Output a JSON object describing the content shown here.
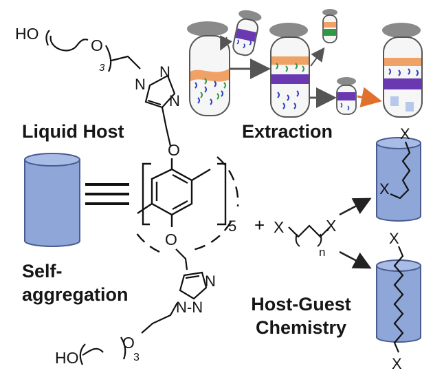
{
  "labels": {
    "liquid_host": "Liquid Host",
    "extraction": "Extraction",
    "self_aggregation_line1": "Self-",
    "self_aggregation_line2": "aggregation",
    "host_guest_line1": "Host-Guest",
    "host_guest_line2": "Chemistry"
  },
  "chem": {
    "hydroxyl_top": "HO",
    "hydroxyl_bottom": "HO",
    "oxygen": "O",
    "repeat_3": "3",
    "nitrogen": "N",
    "nitrogen_nn": "N-N",
    "nitrogen_bottom": "N",
    "repeat_5": "5",
    "plus": "+",
    "x": "X",
    "repeat_n": "n"
  },
  "colors": {
    "cylinder": "#8fa6d8",
    "cylinder_top": "#a8bce6",
    "cylinder_edge": "#4a5c8e",
    "lid": "#8a8a8a",
    "orange_phase": "#f0a166",
    "purple_band": "#6a38b0",
    "guest_blue": "#2c40c2",
    "guest_green": "#2f9a46"
  }
}
